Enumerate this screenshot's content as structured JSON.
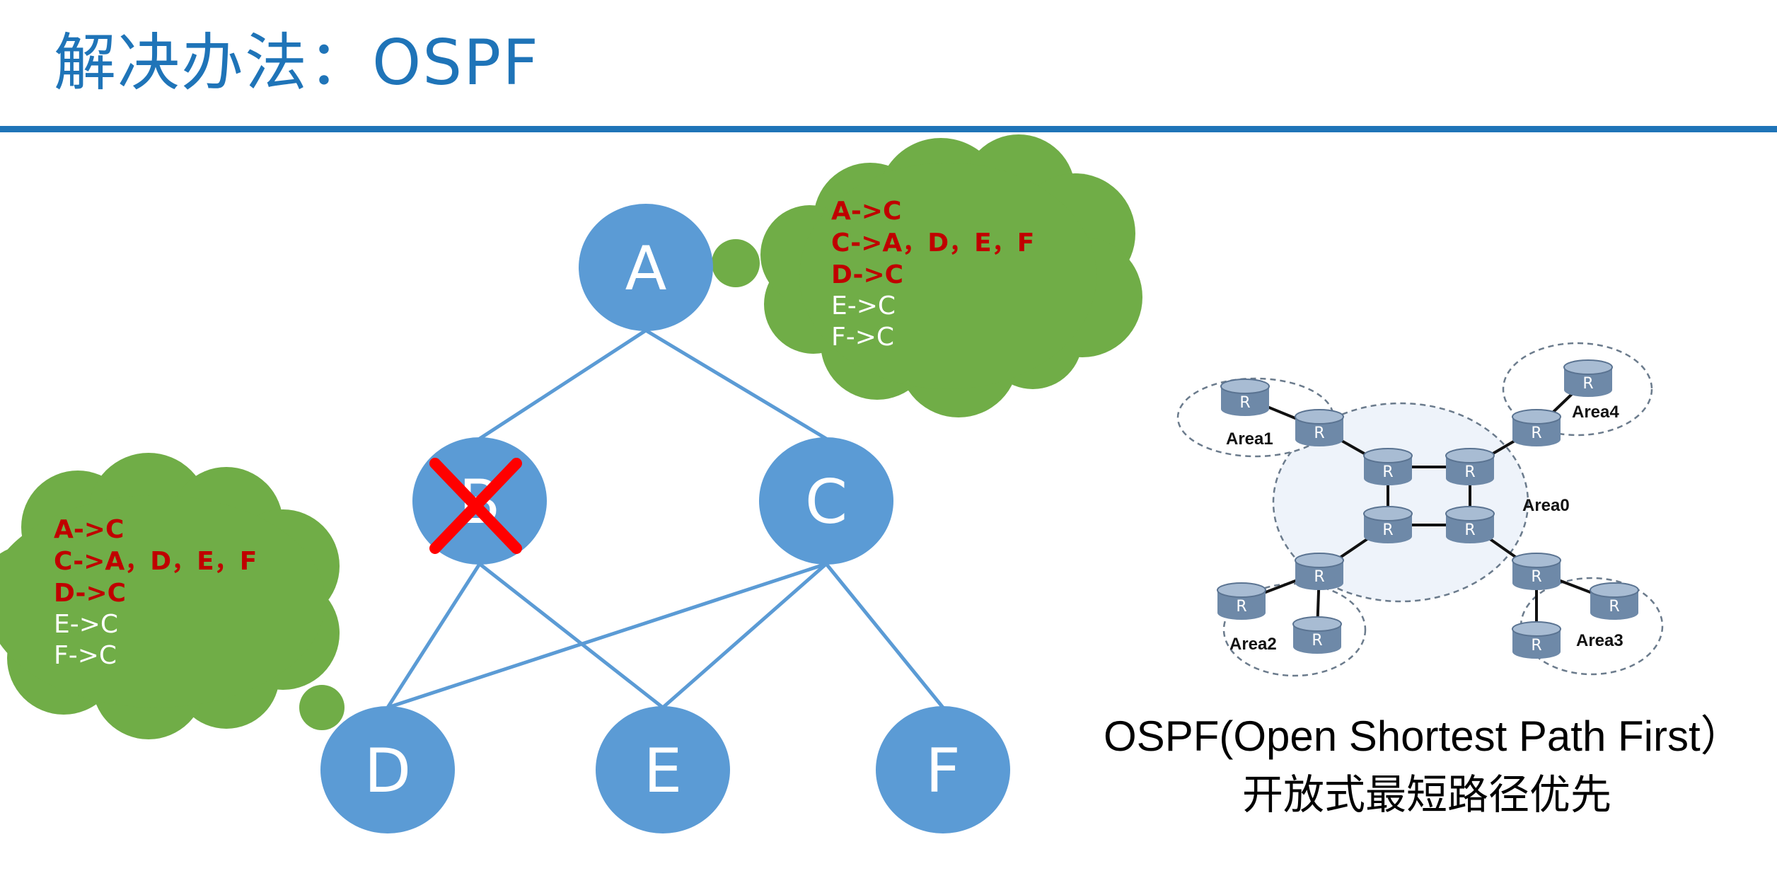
{
  "title": "解决办法：OSPF",
  "nodes": {
    "A": "A",
    "B": "B",
    "C": "C",
    "D": "D",
    "E": "E",
    "F": "F"
  },
  "bubble_top": {
    "lines": [
      {
        "text": "A->C",
        "bold": true
      },
      {
        "text": "C->A，D，E，F",
        "bold": true
      },
      {
        "text": "D->C",
        "bold": true
      },
      {
        "text": "E->C",
        "bold": false
      },
      {
        "text": "F->C",
        "bold": false
      }
    ]
  },
  "bubble_left": {
    "lines": [
      {
        "text": "A->C",
        "bold": true
      },
      {
        "text": "C->A，D，E，F",
        "bold": true
      },
      {
        "text": "D->C",
        "bold": true
      },
      {
        "text": "E->C",
        "bold": false
      },
      {
        "text": "F->C",
        "bold": false
      }
    ]
  },
  "ospf_figure": {
    "router_label": "R",
    "areas": [
      "Area0",
      "Area1",
      "Area2",
      "Area3",
      "Area4"
    ]
  },
  "caption": {
    "line1": "OSPF(Open Shortest Path First）",
    "line2": "开放式最短路径优先"
  },
  "colors": {
    "title_blue": "#1f74b8",
    "node_blue": "#5b9bd5",
    "cloud_green": "#70ad47",
    "red_text": "#c00000",
    "cross_red": "#ff0000"
  }
}
